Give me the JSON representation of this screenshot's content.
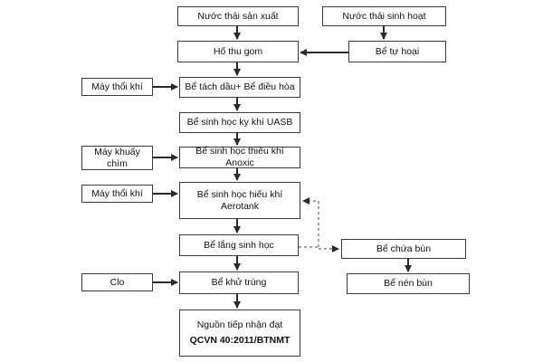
{
  "nodes": {
    "nuoc_thai_san_xuat": "Nước thải sản xuất",
    "nuoc_thai_sinh_hoat": "Nước thải sinh hoạt",
    "ho_thu_gom": "Hố thu gom",
    "be_tu_hoai": "Bể tự hoại",
    "may_thoi_khi_1": "Máy thổi khí",
    "be_tach_dau": "Bể tách dầu+ Bể điều hòa",
    "be_uasb": "Bể sinh học ky khí UASB",
    "may_khuay_chim": "Máy khuấy\nchìm",
    "be_anoxic": "Bể sinh học thiếu khí Anoxic",
    "may_thoi_khi_2": "Máy thổi khí",
    "be_aerotank": "Bể sinh học hiếu khí\nAerotank",
    "be_lang": "Bể lắng sinh học",
    "be_chua_bun": "Bể chứa bùn",
    "clo": "Clo",
    "be_khu_trung": "Bể khử trùng",
    "be_nen_bun": "Bể nén bùn",
    "nguon_tiep_nhan": "Nguồn tiếp nhận đạt",
    "qcvn": "QCVN 40:2011/BTNMT"
  }
}
